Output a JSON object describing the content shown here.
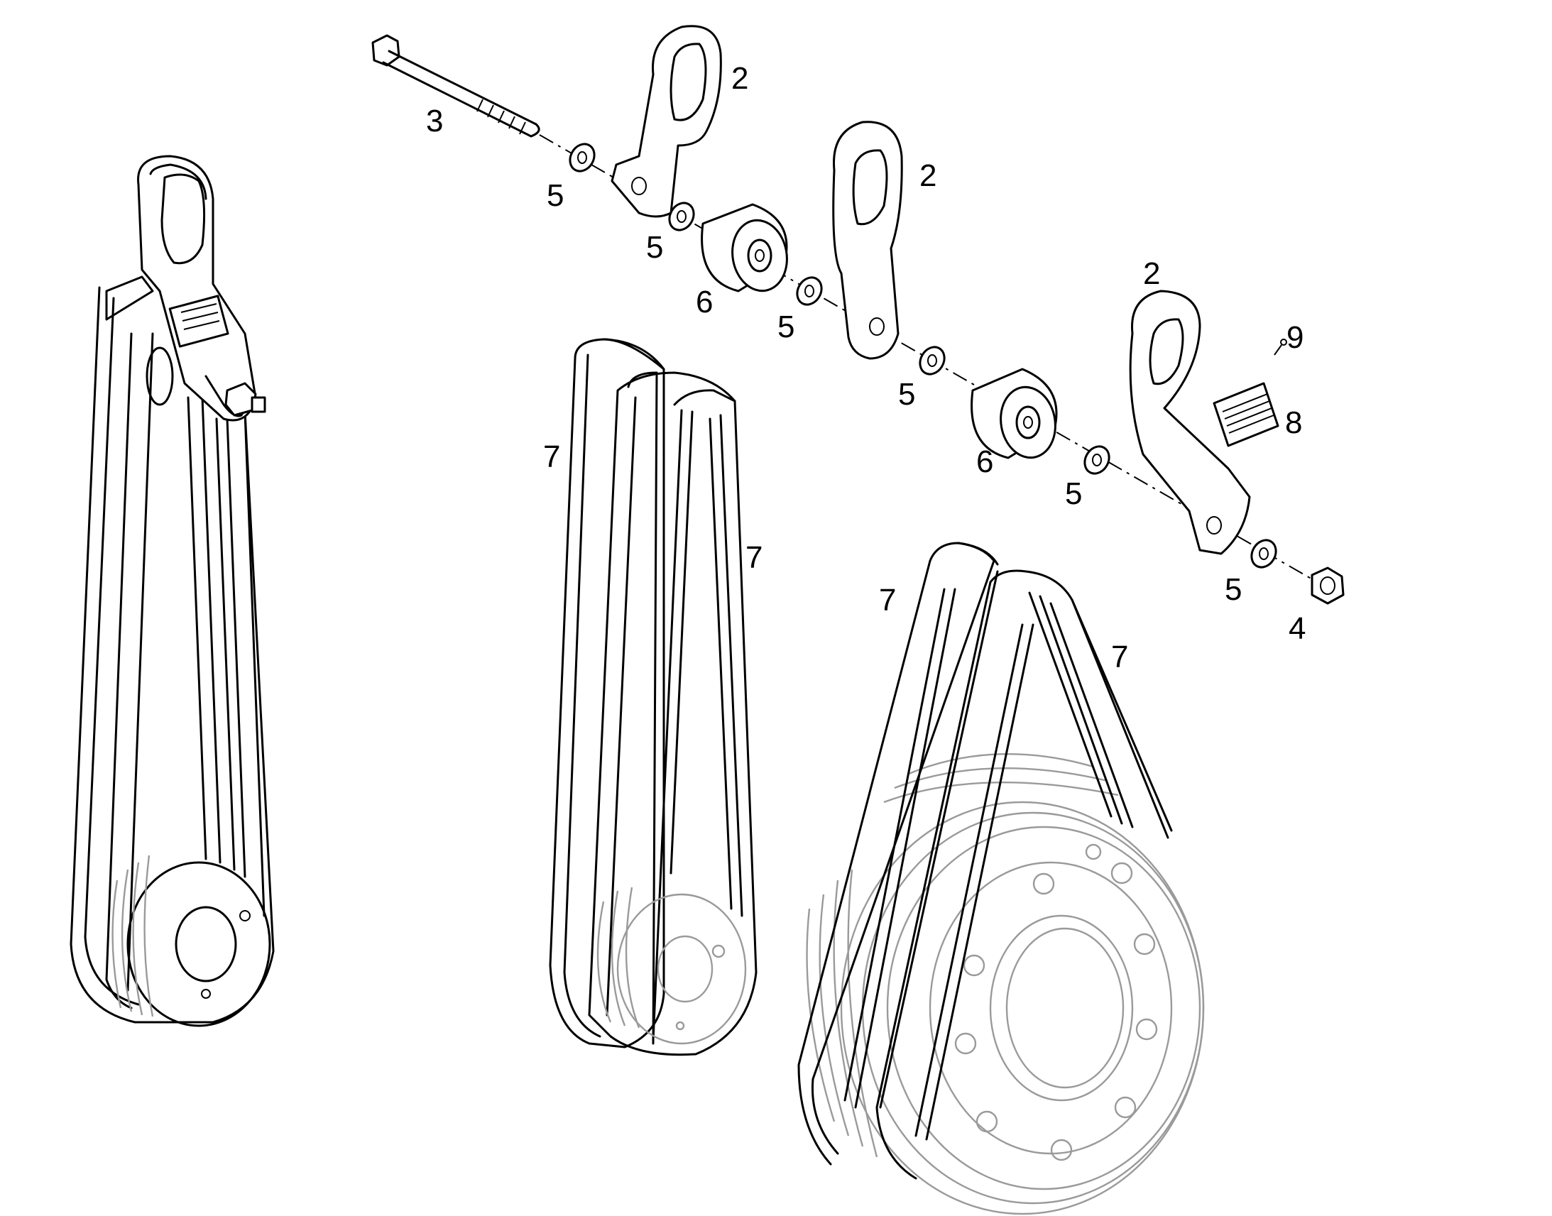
{
  "callouts": [
    {
      "id": "c-2a",
      "text": "2"
    },
    {
      "id": "c-2b",
      "text": "2"
    },
    {
      "id": "c-2c",
      "text": "2"
    },
    {
      "id": "c-3",
      "text": "3"
    },
    {
      "id": "c-4",
      "text": "4"
    },
    {
      "id": "c-5a",
      "text": "5"
    },
    {
      "id": "c-5b",
      "text": "5"
    },
    {
      "id": "c-5c",
      "text": "5"
    },
    {
      "id": "c-5d",
      "text": "5"
    },
    {
      "id": "c-5e",
      "text": "5"
    },
    {
      "id": "c-5f",
      "text": "5"
    },
    {
      "id": "c-6a",
      "text": "6"
    },
    {
      "id": "c-6b",
      "text": "6"
    },
    {
      "id": "c-7a",
      "text": "7"
    },
    {
      "id": "c-7b",
      "text": "7"
    },
    {
      "id": "c-7c",
      "text": "7"
    },
    {
      "id": "c-7d",
      "text": "7"
    },
    {
      "id": "c-8",
      "text": "8"
    },
    {
      "id": "c-9",
      "text": "9"
    }
  ]
}
